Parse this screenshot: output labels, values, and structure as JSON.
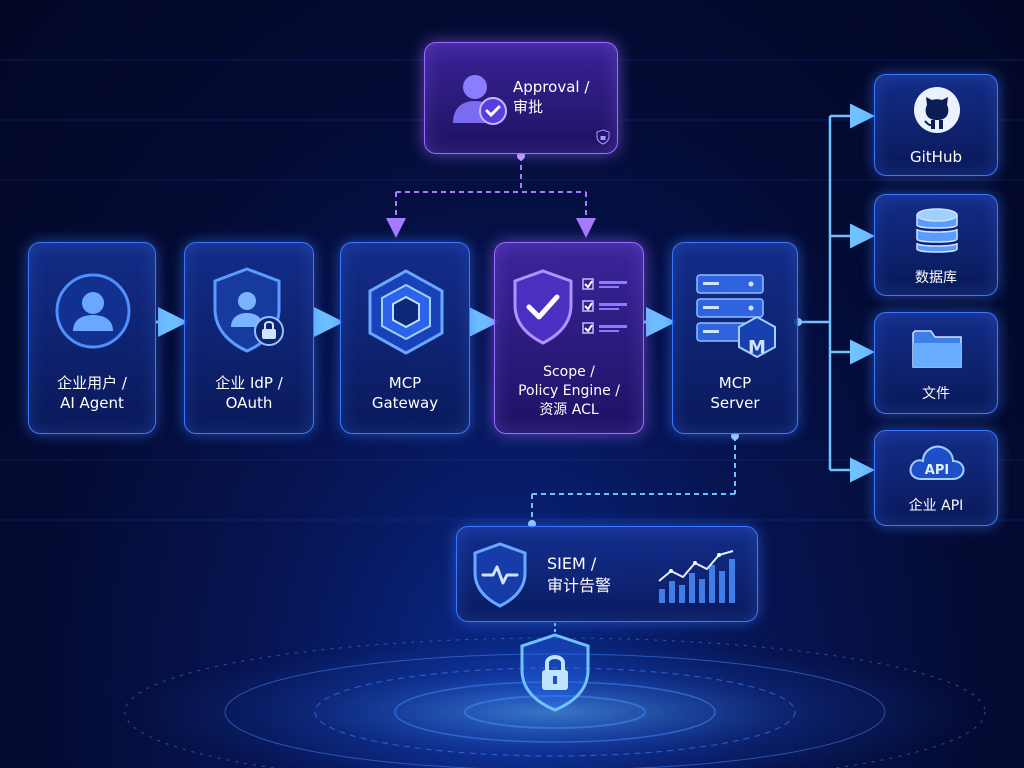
{
  "approval": {
    "label": "Approval /\n审批"
  },
  "flow": {
    "user": {
      "label": "企业用户 /\nAI Agent"
    },
    "idp": {
      "label": "企业 IdP /\nOAuth"
    },
    "gateway": {
      "label": "MCP\nGateway"
    },
    "policy": {
      "label": "Scope /\nPolicy Engine /\n资源 ACL"
    },
    "server": {
      "label": "MCP\nServer",
      "badge": "M"
    }
  },
  "targets": [
    {
      "label": "GitHub"
    },
    {
      "label": "数据库"
    },
    {
      "label": "文件"
    },
    {
      "label": "企业 API",
      "badge": "API"
    }
  ],
  "siem": {
    "label": "SIEM /\n审计告警"
  },
  "colors": {
    "accent_blue": "#3a78ff",
    "accent_purple": "#9a6bff",
    "glow_cyan": "#5fb8ff"
  }
}
